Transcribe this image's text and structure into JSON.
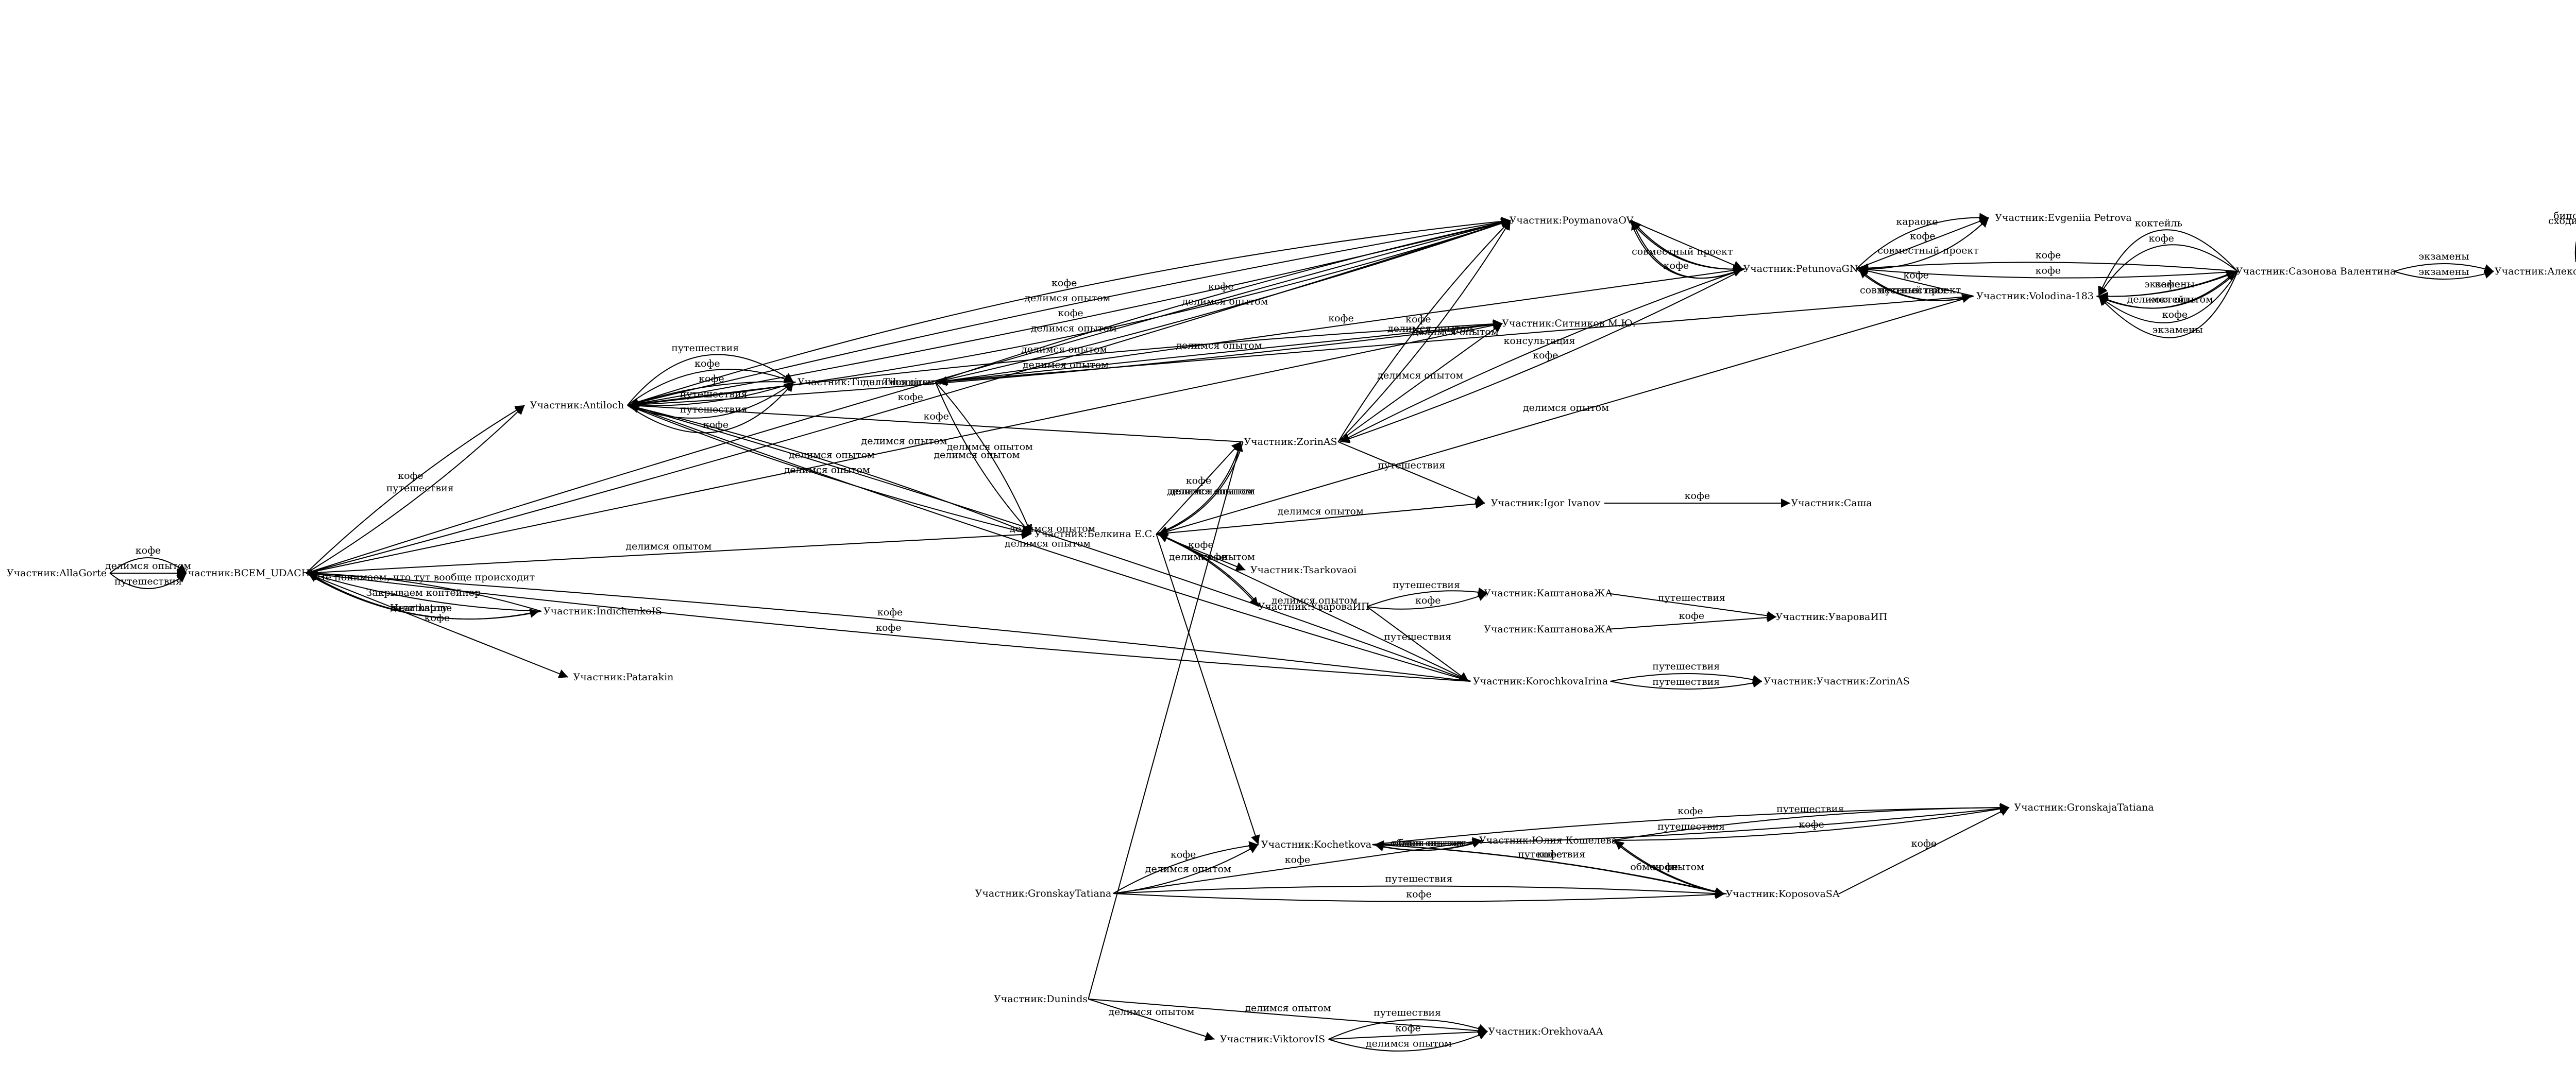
{
  "graph": {
    "title": "",
    "node_prefix": "Участник:",
    "nodes": [
      {
        "id": "AllaGorte",
        "label": "Участник:AllaGorte"
      },
      {
        "id": "BCEM_UDACHI",
        "label": "Участник:BCEM_UDACHI"
      },
      {
        "id": "Antiloch",
        "label": "Участник:Antiloch"
      },
      {
        "id": "TimurTihomirov",
        "label": "Участник:Timur Tihomirov"
      },
      {
        "id": "PoymanovaOV",
        "label": "Участник:PoymanovaOV"
      },
      {
        "id": "SitnikovMU",
        "label": "Участник:Ситников М.Ю."
      },
      {
        "id": "PetunovaGN",
        "label": "Участник:PetunovaGN"
      },
      {
        "id": "EvgeniiaPetrova",
        "label": "Участник:Evgeniia Petrova"
      },
      {
        "id": "Volodina183",
        "label": "Участник:Volodina-183"
      },
      {
        "id": "SazonovaValentina",
        "label": "Участник:Сазонова Валентина"
      },
      {
        "id": "AlekseyKrasnov",
        "label": "Участник:Алексей Краснов"
      },
      {
        "id": "ZorinAS",
        "label": "Участник:ZorinAS"
      },
      {
        "id": "IgorIvanov",
        "label": "Участник:Igor Ivanov"
      },
      {
        "id": "Sasha",
        "label": "Участник:Саша"
      },
      {
        "id": "BelkinaES",
        "label": "Участник:Белкина Е.С."
      },
      {
        "id": "Tsarkovaoi",
        "label": "Участник:Tsarkovaoi"
      },
      {
        "id": "UvarovaIP",
        "label": "Участник:УвароваИП"
      },
      {
        "id": "KashtanovaZhA1",
        "label": "Участник:КаштановаЖА"
      },
      {
        "id": "KashtanovaZhA2",
        "label": "Участник:КаштановаЖА"
      },
      {
        "id": "UvarovaIP2",
        "label": "Участник:УвароваИП"
      },
      {
        "id": "KorochkovaIrina",
        "label": "Участник:KorochkovaIrina"
      },
      {
        "id": "UchZorinAS",
        "label": "Участник:Участник:ZorinAS"
      },
      {
        "id": "IndichenkoIS",
        "label": "Участник:IndichenkoIS"
      },
      {
        "id": "Patarakin",
        "label": "Участник:Patarakin"
      },
      {
        "id": "Kochetkova",
        "label": "Участник:Kochetkova"
      },
      {
        "id": "YuliyaKosheleva",
        "label": "Участник:Юлия Кошелева"
      },
      {
        "id": "GronskajaTatiana",
        "label": "Участник:GronskajaTatiana"
      },
      {
        "id": "KoposovaSA",
        "label": "Участник:KoposovaSA"
      },
      {
        "id": "GronskayTatiana",
        "label": "Участник:GronskayTatiana"
      },
      {
        "id": "Duninds",
        "label": "Участник:Duninds"
      },
      {
        "id": "ViktorovIS",
        "label": "Участник:ViktorovIS"
      },
      {
        "id": "OrekhovaAA",
        "label": "Участник:OrekhovaAA"
      }
    ],
    "edges": [
      {
        "from": "AllaGorte",
        "to": "BCEM_UDACHI",
        "label": "кофе"
      },
      {
        "from": "AllaGorte",
        "to": "BCEM_UDACHI",
        "label": "делимся опытом"
      },
      {
        "from": "AllaGorte",
        "to": "BCEM_UDACHI",
        "label": "путешествия"
      },
      {
        "from": "BCEM_UDACHI",
        "to": "PoymanovaOV",
        "label": "делимся опытом"
      },
      {
        "from": "BCEM_UDACHI",
        "to": "PoymanovaOV",
        "label": "кофе"
      },
      {
        "from": "BCEM_UDACHI",
        "to": "SitnikovMU",
        "label": "делимся опытом"
      },
      {
        "from": "BCEM_UDACHI",
        "to": "Antiloch",
        "label": "кофе"
      },
      {
        "from": "BCEM_UDACHI",
        "to": "Antiloch",
        "label": "путешествия"
      },
      {
        "from": "BCEM_UDACHI",
        "to": "BelkinaES",
        "label": "делимся опытом"
      },
      {
        "from": "IndichenkoIS",
        "to": "BCEM_UDACHI",
        "label": "Hearthstone"
      },
      {
        "from": "IndichenkoIS",
        "to": "BCEM_UDACHI",
        "label": "Закрываем контейнер"
      },
      {
        "from": "IndichenkoIS",
        "to": "BCEM_UDACHI",
        "label": "Не понимаем, что тут вообще происходит"
      },
      {
        "from": "BCEM_UDACHI",
        "to": "IndichenkoIS",
        "label": "дали карту"
      },
      {
        "from": "BCEM_UDACHI",
        "to": "Patarakin",
        "label": "кофе"
      },
      {
        "from": "KorochkovaIrina",
        "to": "BCEM_UDACHI",
        "label": "кофе"
      },
      {
        "from": "KorochkovaIrina",
        "to": "BCEM_UDACHI",
        "label": "кофе"
      },
      {
        "from": "Antiloch",
        "to": "PoymanovaOV",
        "label": "кофе"
      },
      {
        "from": "Antiloch",
        "to": "PoymanovaOV",
        "label": "делимся опытом"
      },
      {
        "from": "Antiloch",
        "to": "PoymanovaOV",
        "label": "кофе"
      },
      {
        "from": "Antiloch",
        "to": "PoymanovaOV",
        "label": "делимся опытом"
      },
      {
        "from": "Antiloch",
        "to": "SitnikovMU",
        "label": "делимся опытом"
      },
      {
        "from": "Antiloch",
        "to": "SitnikovMU",
        "label": "делимся опытом"
      },
      {
        "from": "Antiloch",
        "to": "TimurTihomirov",
        "label": "путешествия"
      },
      {
        "from": "Antiloch",
        "to": "TimurTihomirov",
        "label": "кофе"
      },
      {
        "from": "TimurTihomirov",
        "to": "Antiloch",
        "label": "путешествия"
      },
      {
        "from": "TimurTihomirov",
        "to": "Antiloch",
        "label": "кофе"
      },
      {
        "from": "Antiloch",
        "to": "TimurTihomirov",
        "label": "путешествия"
      },
      {
        "from": "Antiloch",
        "to": "TimurTihomirov",
        "label": "кофе"
      },
      {
        "from": "Antiloch",
        "to": "BelkinaES",
        "label": "делимся опытом"
      },
      {
        "from": "Antiloch",
        "to": "BelkinaES",
        "label": "делимся опытом"
      },
      {
        "from": "ZorinAS",
        "to": "Antiloch",
        "label": "кофе"
      },
      {
        "from": "KorochkovaIrina",
        "to": "Antiloch",
        "label": "делимся опытом"
      },
      {
        "from": "KorochkovaIrina",
        "to": "Antiloch",
        "label": "делимся опытом"
      },
      {
        "from": "TimurTihomirov",
        "to": "PoymanovaOV",
        "label": "кофе"
      },
      {
        "from": "TimurTihomirov",
        "to": "PoymanovaOV",
        "label": "делимся опытом"
      },
      {
        "from": "TimurTihomirov",
        "to": "SitnikovMU",
        "label": "делимся опытом"
      },
      {
        "from": "TimurTihomirov",
        "to": "BelkinaES",
        "label": "делимся опытом"
      },
      {
        "from": "TimurTihomirov",
        "to": "BelkinaES",
        "label": "делимся опытом"
      },
      {
        "from": "PetunovaGN",
        "to": "TimurTihomirov",
        "label": "кофе"
      },
      {
        "from": "Volodina183",
        "to": "TimurTihomirov",
        "label": "делимся опытом"
      },
      {
        "from": "PetunovaGN",
        "to": "PoymanovaOV",
        "label": "кофе"
      },
      {
        "from": "PetunovaGN",
        "to": "PoymanovaOV",
        "label": "совместный проект"
      },
      {
        "from": "PoymanovaOV",
        "to": "PetunovaGN",
        "label": ""
      },
      {
        "from": "PoymanovaOV",
        "to": "PetunovaGN",
        "label": ""
      },
      {
        "from": "PoymanovaOV",
        "to": "PetunovaGN",
        "label": ""
      },
      {
        "from": "ZorinAS",
        "to": "PoymanovaOV",
        "label": "кофе"
      },
      {
        "from": "ZorinAS",
        "to": "PoymanovaOV",
        "label": "делимся опытом"
      },
      {
        "from": "ZorinAS",
        "to": "SitnikovMU",
        "label": "делимся опытом"
      },
      {
        "from": "PetunovaGN",
        "to": "EvgeniiaPetrova",
        "label": "караоке"
      },
      {
        "from": "PetunovaGN",
        "to": "EvgeniiaPetrova",
        "label": "кофе"
      },
      {
        "from": "PetunovaGN",
        "to": "EvgeniiaPetrova",
        "label": "совместный проект"
      },
      {
        "from": "Volodina183",
        "to": "PetunovaGN",
        "label": "путешествия"
      },
      {
        "from": "Volodina183",
        "to": "PetunovaGN",
        "label": "кофе"
      },
      {
        "from": "PetunovaGN",
        "to": "Volodina183",
        "label": "совместный проект"
      },
      {
        "from": "SazonovaValentina",
        "to": "PetunovaGN",
        "label": "кофе"
      },
      {
        "from": "SazonovaValentina",
        "to": "PetunovaGN",
        "label": "кофе"
      },
      {
        "from": "PetunovaGN",
        "to": "ZorinAS",
        "label": "кофе"
      },
      {
        "from": "PetunovaGN",
        "to": "ZorinAS",
        "label": "консультация"
      },
      {
        "from": "SazonovaValentina",
        "to": "Volodina183",
        "label": "экзамены"
      },
      {
        "from": "SazonovaValentina",
        "to": "Volodina183",
        "label": "кофе"
      },
      {
        "from": "SazonovaValentina",
        "to": "Volodina183",
        "label": "коктейль"
      },
      {
        "from": "SazonovaValentina",
        "to": "Volodina183",
        "label": "экзамены"
      },
      {
        "from": "Volodina183",
        "to": "SazonovaValentina",
        "label": "кофе"
      },
      {
        "from": "Volodina183",
        "to": "SazonovaValentina",
        "label": "делимся опытом"
      },
      {
        "from": "SazonovaValentina",
        "to": "Volodina183",
        "label": "кофе"
      },
      {
        "from": "SazonovaValentina",
        "to": "Volodina183",
        "label": "коктейль"
      },
      {
        "from": "SazonovaValentina",
        "to": "AlekseyKrasnov",
        "label": "экзамены"
      },
      {
        "from": "SazonovaValentina",
        "to": "AlekseyKrasnov",
        "label": "экзамены"
      },
      {
        "from": "AlekseyKrasnov",
        "to": "AlekseyKrasnov",
        "label": "биполярка"
      },
      {
        "from": "AlekseyKrasnov",
        "to": "AlekseyKrasnov",
        "label": "сходит с ума"
      },
      {
        "from": "Volodina183",
        "to": "BelkinaES",
        "label": "делимся опытом"
      },
      {
        "from": "ZorinAS",
        "to": "BelkinaES",
        "label": "делимся опытом"
      },
      {
        "from": "BelkinaES",
        "to": "ZorinAS",
        "label": "кофе"
      },
      {
        "from": "BelkinaES",
        "to": "ZorinAS",
        "label": "делимся опытом"
      },
      {
        "from": "Duninds",
        "to": "ZorinAS",
        "label": ""
      },
      {
        "from": "ZorinAS",
        "to": "IgorIvanov",
        "label": "путешествия"
      },
      {
        "from": "BelkinaES",
        "to": "IgorIvanov",
        "label": "делимся опытом"
      },
      {
        "from": "IgorIvanov",
        "to": "Sasha",
        "label": "кофе"
      },
      {
        "from": "BelkinaES",
        "to": "Tsarkovaoi",
        "label": "кофе"
      },
      {
        "from": "BelkinaES",
        "to": "UvarovaIP",
        "label": "делимся опытом"
      },
      {
        "from": "UvarovaIP",
        "to": "BelkinaES",
        "label": "кофе"
      },
      {
        "from": "KorochkovaIrina",
        "to": "BelkinaES",
        "label": "делимся опытом"
      },
      {
        "from": "BelkinaES",
        "to": "Kochetkova",
        "label": ""
      },
      {
        "from": "UvarovaIP",
        "to": "KashtanovaZhA1",
        "label": "путешествия"
      },
      {
        "from": "UvarovaIP",
        "to": "KashtanovaZhA1",
        "label": "кофе"
      },
      {
        "from": "UvarovaIP",
        "to": "KorochkovaIrina",
        "label": "путешествия"
      },
      {
        "from": "KashtanovaZhA1",
        "to": "UvarovaIP2",
        "label": "путешествия"
      },
      {
        "from": "KashtanovaZhA2",
        "to": "UvarovaIP2",
        "label": "кофе"
      },
      {
        "from": "KorochkovaIrina",
        "to": "UchZorinAS",
        "label": "путешествия"
      },
      {
        "from": "KorochkovaIrina",
        "to": "UchZorinAS",
        "label": "путешествия"
      },
      {
        "from": "GronskayTatiana",
        "to": "Kochetkova",
        "label": "кофе"
      },
      {
        "from": "GronskayTatiana",
        "to": "Kochetkova",
        "label": "делимся опытом"
      },
      {
        "from": "GronskayTatiana",
        "to": "YuliyaKosheleva",
        "label": "кофе"
      },
      {
        "from": "GronskayTatiana",
        "to": "KoposovaSA",
        "label": "путешествия"
      },
      {
        "from": "GronskayTatiana",
        "to": "KoposovaSA",
        "label": "кофе"
      },
      {
        "from": "YuliyaKosheleva",
        "to": "Kochetkova",
        "label": "обмен опытом"
      },
      {
        "from": "Kochetkova",
        "to": "YuliyaKosheleva",
        "label": "обмен опытом"
      },
      {
        "from": "Kochetkova",
        "to": "GronskajaTatiana",
        "label": "кофе"
      },
      {
        "from": "Kochetkova",
        "to": "GronskajaTatiana",
        "label": "путешествия"
      },
      {
        "from": "Kochetkova",
        "to": "KoposovaSA",
        "label": "кофе"
      },
      {
        "from": "KoposovaSA",
        "to": "Kochetkova",
        "label": "путешествия"
      },
      {
        "from": "YuliyaKosheleva",
        "to": "GronskajaTatiana",
        "label": "путешествия"
      },
      {
        "from": "YuliyaKosheleva",
        "to": "GronskajaTatiana",
        "label": "кофе"
      },
      {
        "from": "KoposovaSA",
        "to": "YuliyaKosheleva",
        "label": "обмен опытом"
      },
      {
        "from": "YuliyaKosheleva",
        "to": "KoposovaSA",
        "label": "кофе"
      },
      {
        "from": "KoposovaSA",
        "to": "GronskajaTatiana",
        "label": "кофе"
      },
      {
        "from": "Duninds",
        "to": "OrekhovaAA",
        "label": "делимся опытом"
      },
      {
        "from": "Duninds",
        "to": "ViktorovIS",
        "label": "делимся опытом"
      },
      {
        "from": "ViktorovIS",
        "to": "OrekhovaAA",
        "label": "путешествия"
      },
      {
        "from": "ViktorovIS",
        "to": "OrekhovaAA",
        "label": "кофе"
      },
      {
        "from": "ViktorovIS",
        "to": "OrekhovaAA",
        "label": "делимся опытом"
      }
    ]
  }
}
